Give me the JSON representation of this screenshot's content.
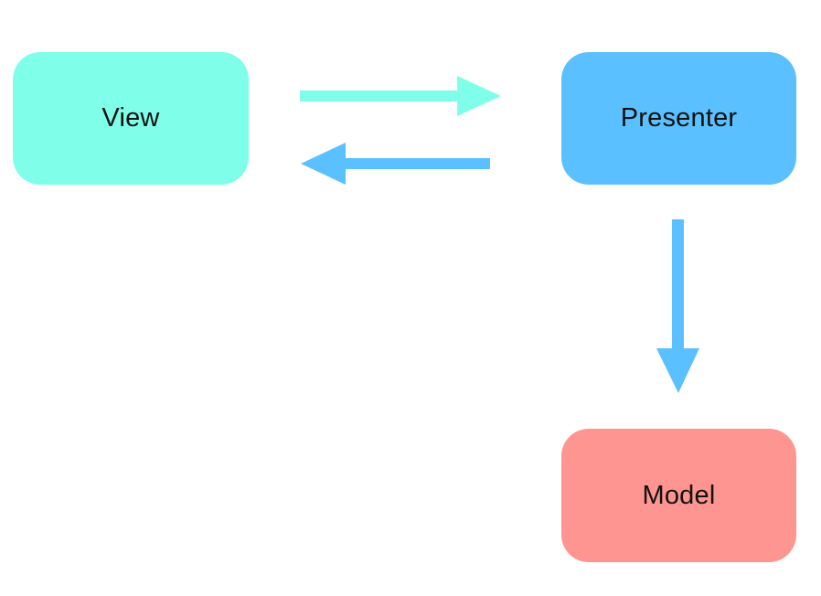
{
  "diagram": {
    "nodes": {
      "view": {
        "label": "View",
        "color": "#7fffe9"
      },
      "presenter": {
        "label": "Presenter",
        "color": "#5bc0ff"
      },
      "model": {
        "label": "Model",
        "color": "#fe9590"
      }
    },
    "edges": [
      {
        "from": "view",
        "to": "presenter",
        "color": "#7fffe9"
      },
      {
        "from": "presenter",
        "to": "view",
        "color": "#5bc0ff"
      },
      {
        "from": "presenter",
        "to": "model",
        "color": "#5bc0ff"
      }
    ]
  }
}
